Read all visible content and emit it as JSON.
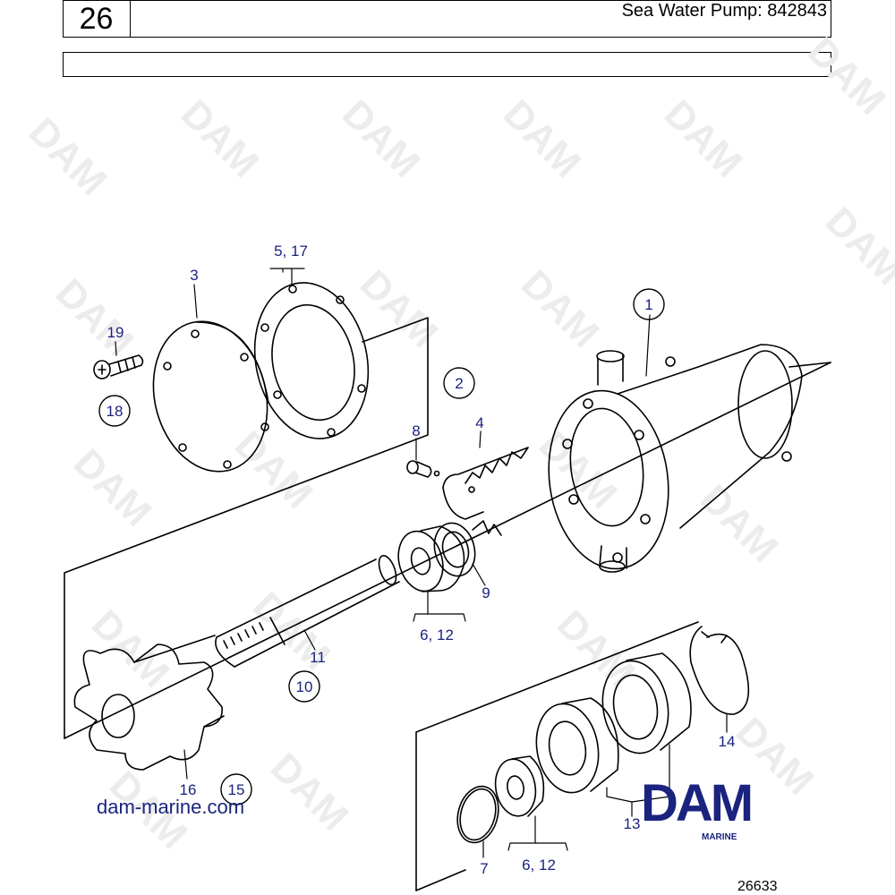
{
  "header": {
    "page_number": "26",
    "title": "Sea Water Pump: 842843"
  },
  "labels": {
    "l1": "1",
    "l2": "2",
    "l3": "3",
    "l4": "4",
    "l5_17": "5,  17",
    "l6_12a": "6,  12",
    "l6_12b": "6,  12",
    "l7": "7",
    "l8": "8",
    "l9": "9",
    "l10": "10",
    "l11": "11",
    "l13": "13",
    "l14": "14",
    "l15": "15",
    "l16": "16",
    "l18": "18",
    "l19": "19"
  },
  "footer": {
    "website": "dam-marine.com",
    "brand": "DAM",
    "brand_sub": "MARINE",
    "figure_number": "26633"
  },
  "colors": {
    "label": "#1a237e",
    "line": "#000000",
    "watermark": "#e6e6e6"
  }
}
